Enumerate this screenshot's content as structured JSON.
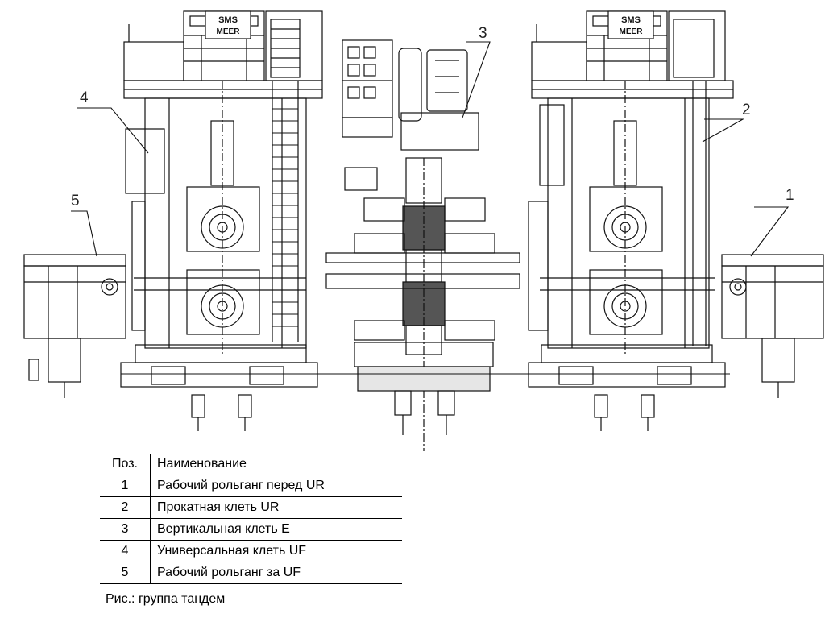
{
  "brand": {
    "logo_top": "SMS",
    "logo_bottom": "MEER"
  },
  "callouts": [
    {
      "id": "1",
      "label": "1"
    },
    {
      "id": "2",
      "label": "2"
    },
    {
      "id": "3",
      "label": "3"
    },
    {
      "id": "4",
      "label": "4"
    },
    {
      "id": "5",
      "label": "5"
    }
  ],
  "legend": {
    "header": {
      "pos": "Поз.",
      "name": "Наименование"
    },
    "rows": [
      {
        "pos": "1",
        "name": "Рабочий рольганг перед UR"
      },
      {
        "pos": "2",
        "name": "Прокатная клеть UR"
      },
      {
        "pos": "3",
        "name": "Вертикальная клеть E"
      },
      {
        "pos": "4",
        "name": "Универсальная клеть UF"
      },
      {
        "pos": "5",
        "name": "Рабочий рольганг за UF"
      }
    ]
  },
  "caption": "Рис.: группа тандем"
}
